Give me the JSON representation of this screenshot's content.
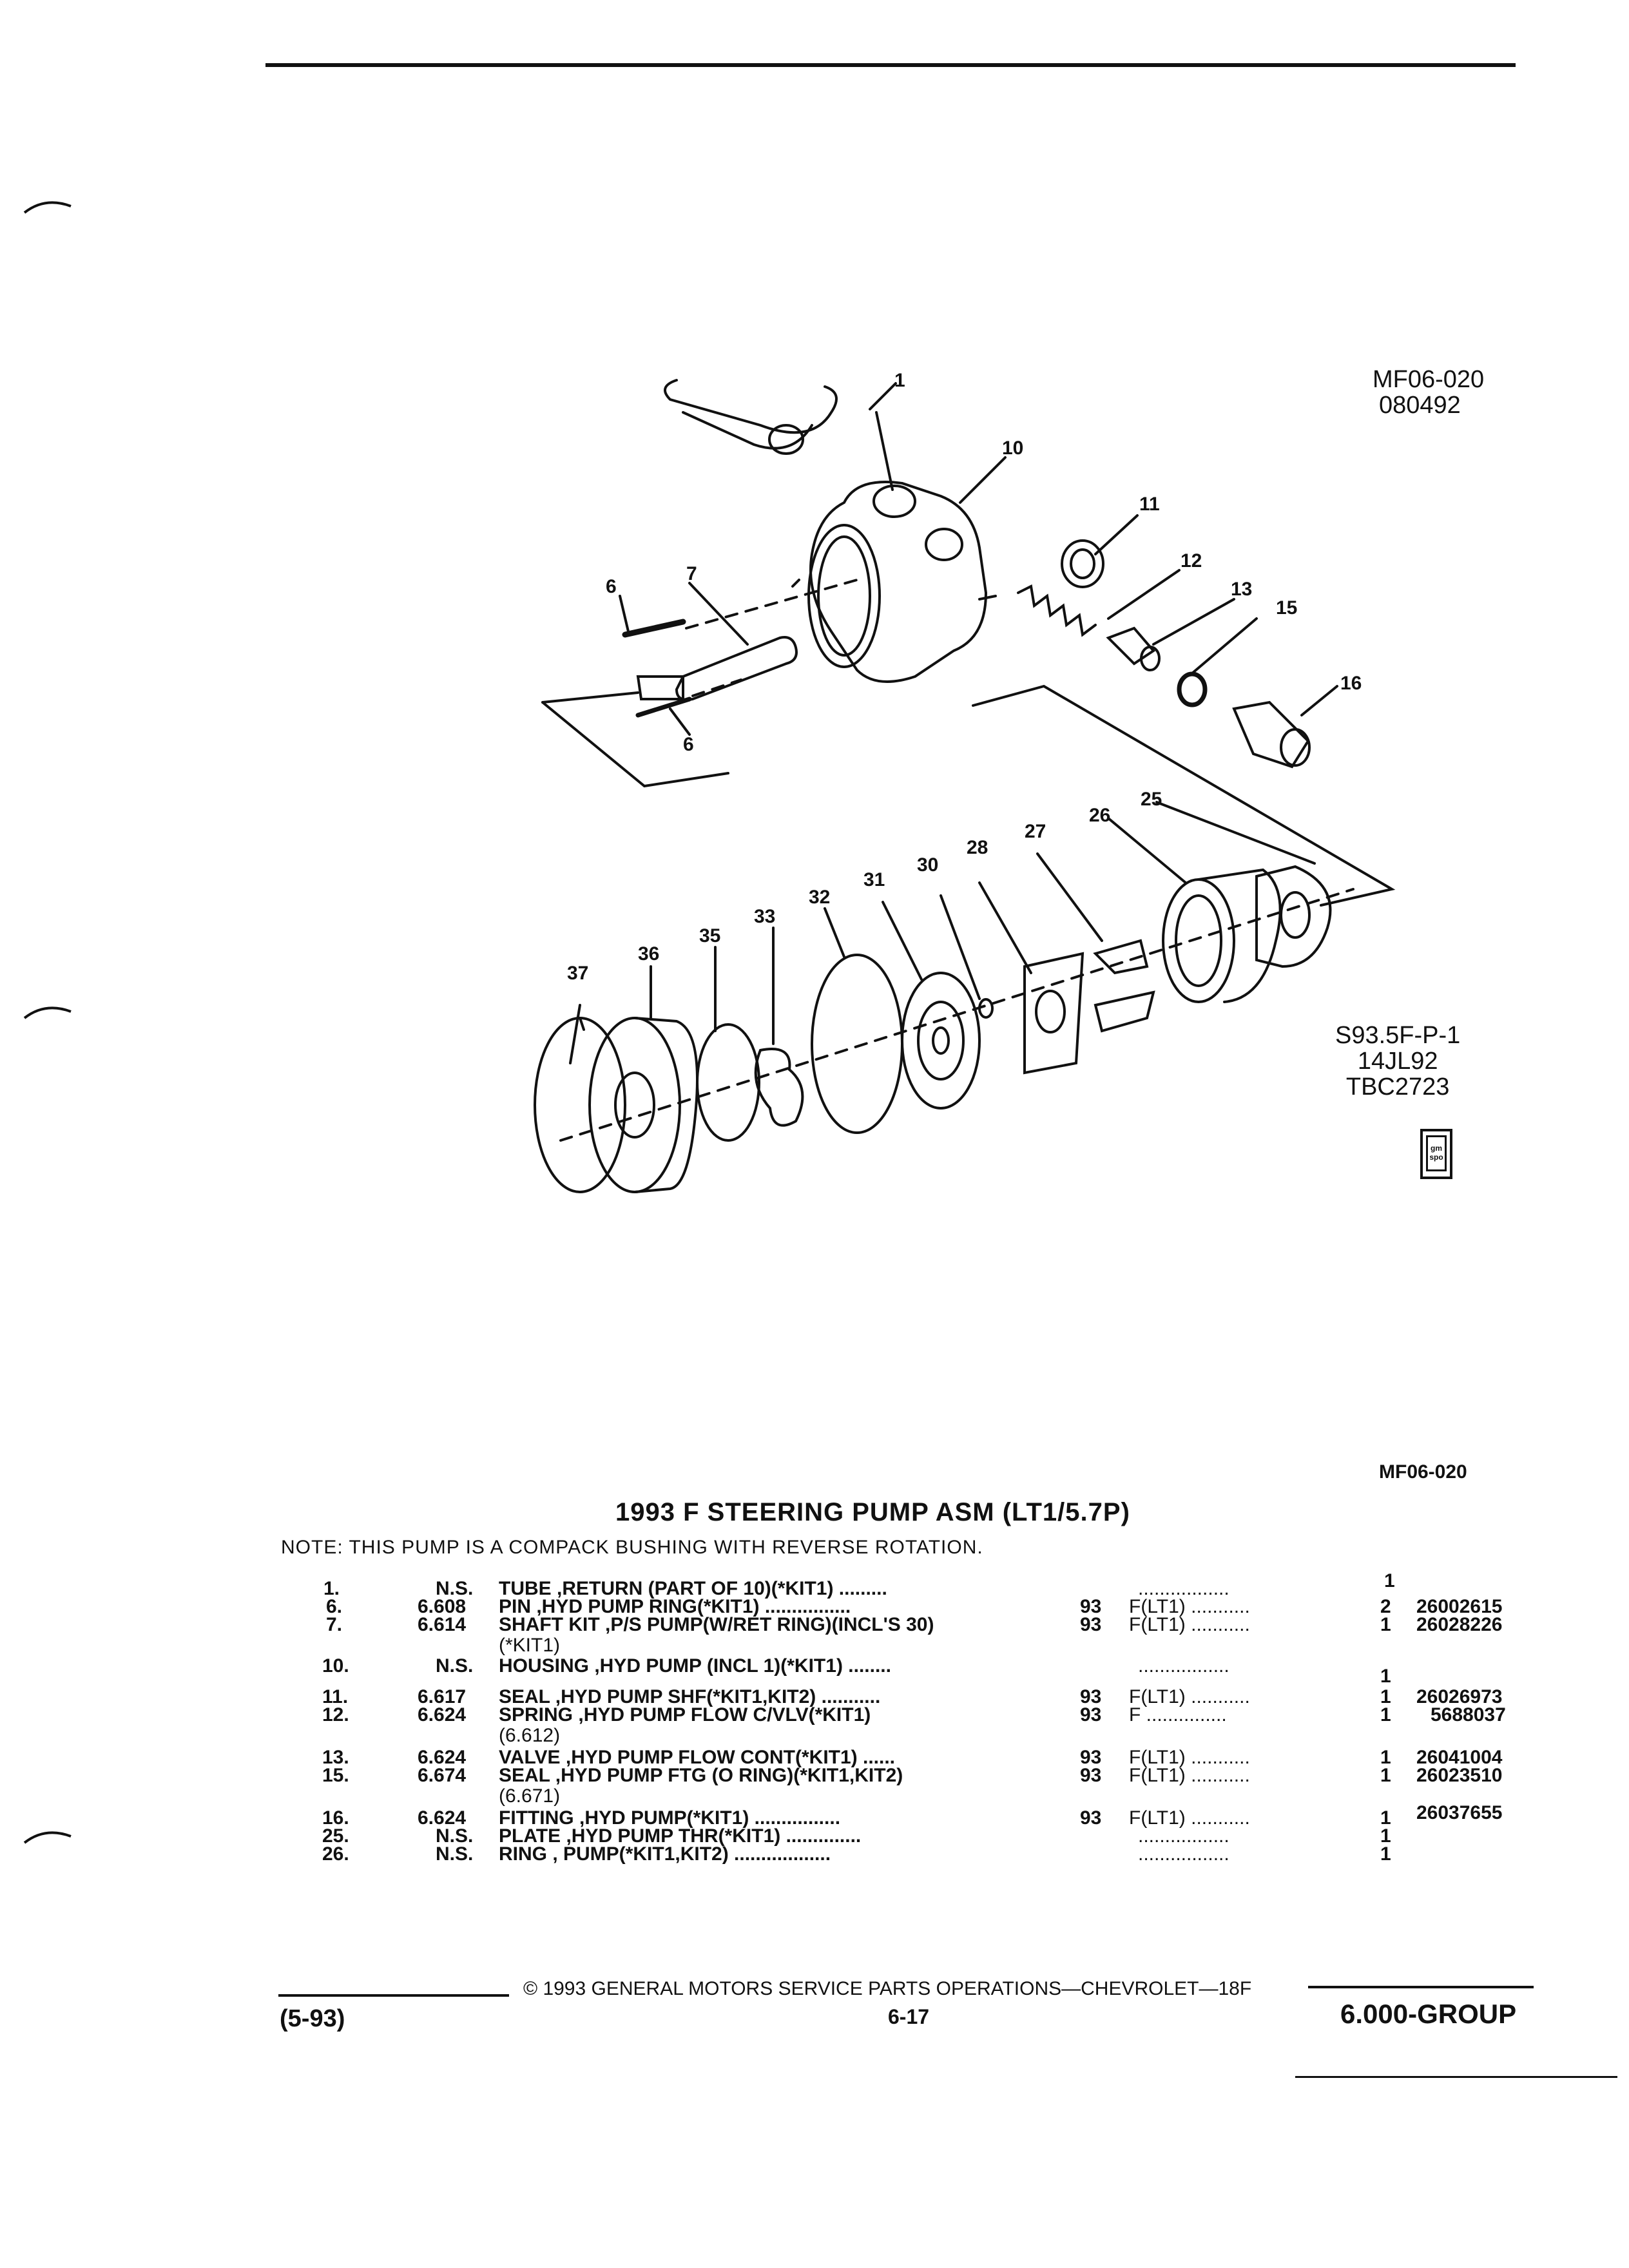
{
  "header": {
    "top_rule": true
  },
  "diagram": {
    "ref_top": [
      "MF06-020",
      "080492"
    ],
    "ref_side": [
      "S93.5F-P-1",
      "14JL92",
      "TBC2723"
    ],
    "gmspo_logo_text": "gm spo",
    "callouts": [
      "1",
      "10",
      "11",
      "12",
      "13",
      "15",
      "16",
      "6",
      "7",
      "6",
      "25",
      "26",
      "27",
      "28",
      "30",
      "31",
      "32",
      "33",
      "35",
      "36",
      "37"
    ]
  },
  "section_code": "MF06-020",
  "title": "1993 F STEERING PUMP ASM (LT1/5.7P)",
  "note": "NOTE:  THIS PUMP IS A COMPACK BUSHING WITH REVERSE ROTATION.",
  "parts": [
    {
      "num": "1.",
      "group": "N.S.",
      "desc": "TUBE ,RETURN (PART OF 10)(*KIT1) .........",
      "desc2": "",
      "year": "",
      "model": ".................",
      "qty": "1",
      "part": ""
    },
    {
      "num": "6.",
      "group": "6.608",
      "desc": "PIN ,HYD PUMP RING(*KIT1) ................",
      "desc2": "",
      "year": "93",
      "model": "F(LT1) ...........",
      "qty": "2",
      "part": "26002615"
    },
    {
      "num": "7.",
      "group": "6.614",
      "desc": "SHAFT KIT ,P/S PUMP(W/RET RING)(INCL'S 30)",
      "desc2": "(*KIT1)",
      "year": "93",
      "model": "F(LT1) ...........",
      "qty": "1",
      "part": "26028226"
    },
    {
      "num": "10.",
      "group": "N.S.",
      "desc": "HOUSING ,HYD PUMP (INCL 1)(*KIT1) ........",
      "desc2": "",
      "year": "",
      "model": ".................",
      "qty": "1",
      "part": ""
    },
    {
      "num": "11.",
      "group": "6.617",
      "desc": "SEAL ,HYD PUMP SHF(*KIT1,KIT2) ...........",
      "desc2": "",
      "year": "93",
      "model": "F(LT1) ...........",
      "qty": "1",
      "part": "26026973"
    },
    {
      "num": "12.",
      "group": "6.624",
      "desc": "SPRING ,HYD PUMP FLOW C/VLV(*KIT1)",
      "desc2": "(6.612)",
      "year": "93",
      "model": "F ...............",
      "qty": "1",
      "part": "5688037"
    },
    {
      "num": "13.",
      "group": "6.624",
      "desc": "VALVE ,HYD PUMP FLOW CONT(*KIT1) ......",
      "desc2": "",
      "year": "93",
      "model": "F(LT1) ...........",
      "qty": "1",
      "part": "26041004"
    },
    {
      "num": "15.",
      "group": "6.674",
      "desc": "SEAL ,HYD PUMP FTG (O RING)(*KIT1,KIT2)",
      "desc2": "(6.671)",
      "year": "93",
      "model": "F(LT1) ...........",
      "qty": "1",
      "part": "26023510"
    },
    {
      "num": "16.",
      "group": "6.624",
      "desc": "FITTING ,HYD PUMP(*KIT1) ................",
      "desc2": "",
      "year": "93",
      "model": "F(LT1) ...........",
      "qty": "1",
      "part": "26037655"
    },
    {
      "num": "25.",
      "group": "N.S.",
      "desc": "PLATE ,HYD PUMP THR(*KIT1) ..............",
      "desc2": "",
      "year": "",
      "model": ".................",
      "qty": "1",
      "part": ""
    },
    {
      "num": "26.",
      "group": "N.S.",
      "desc": "RING , PUMP(*KIT1,KIT2) ..................",
      "desc2": "",
      "year": "",
      "model": ".................",
      "qty": "1",
      "part": ""
    }
  ],
  "footer": {
    "copyright": "© 1993 GENERAL MOTORS SERVICE PARTS OPERATIONS—CHEVROLET—18F",
    "date": "(5-93)",
    "page": "6-17",
    "group": "6.000-GROUP"
  }
}
